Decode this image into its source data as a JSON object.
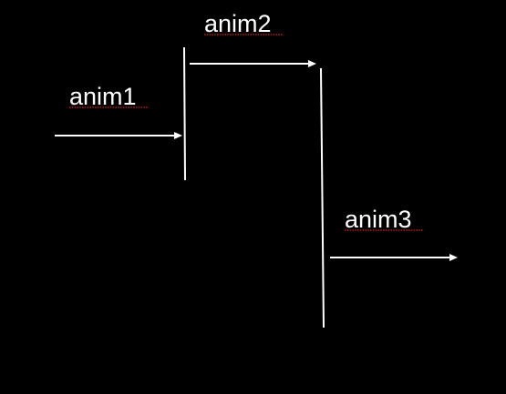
{
  "labels": {
    "anim1": "anim1",
    "anim2": "anim2",
    "anim3": "anim3"
  },
  "colors": {
    "background": "#000000",
    "foreground": "#ffffff",
    "spellcheck_underline": "#d02020"
  }
}
